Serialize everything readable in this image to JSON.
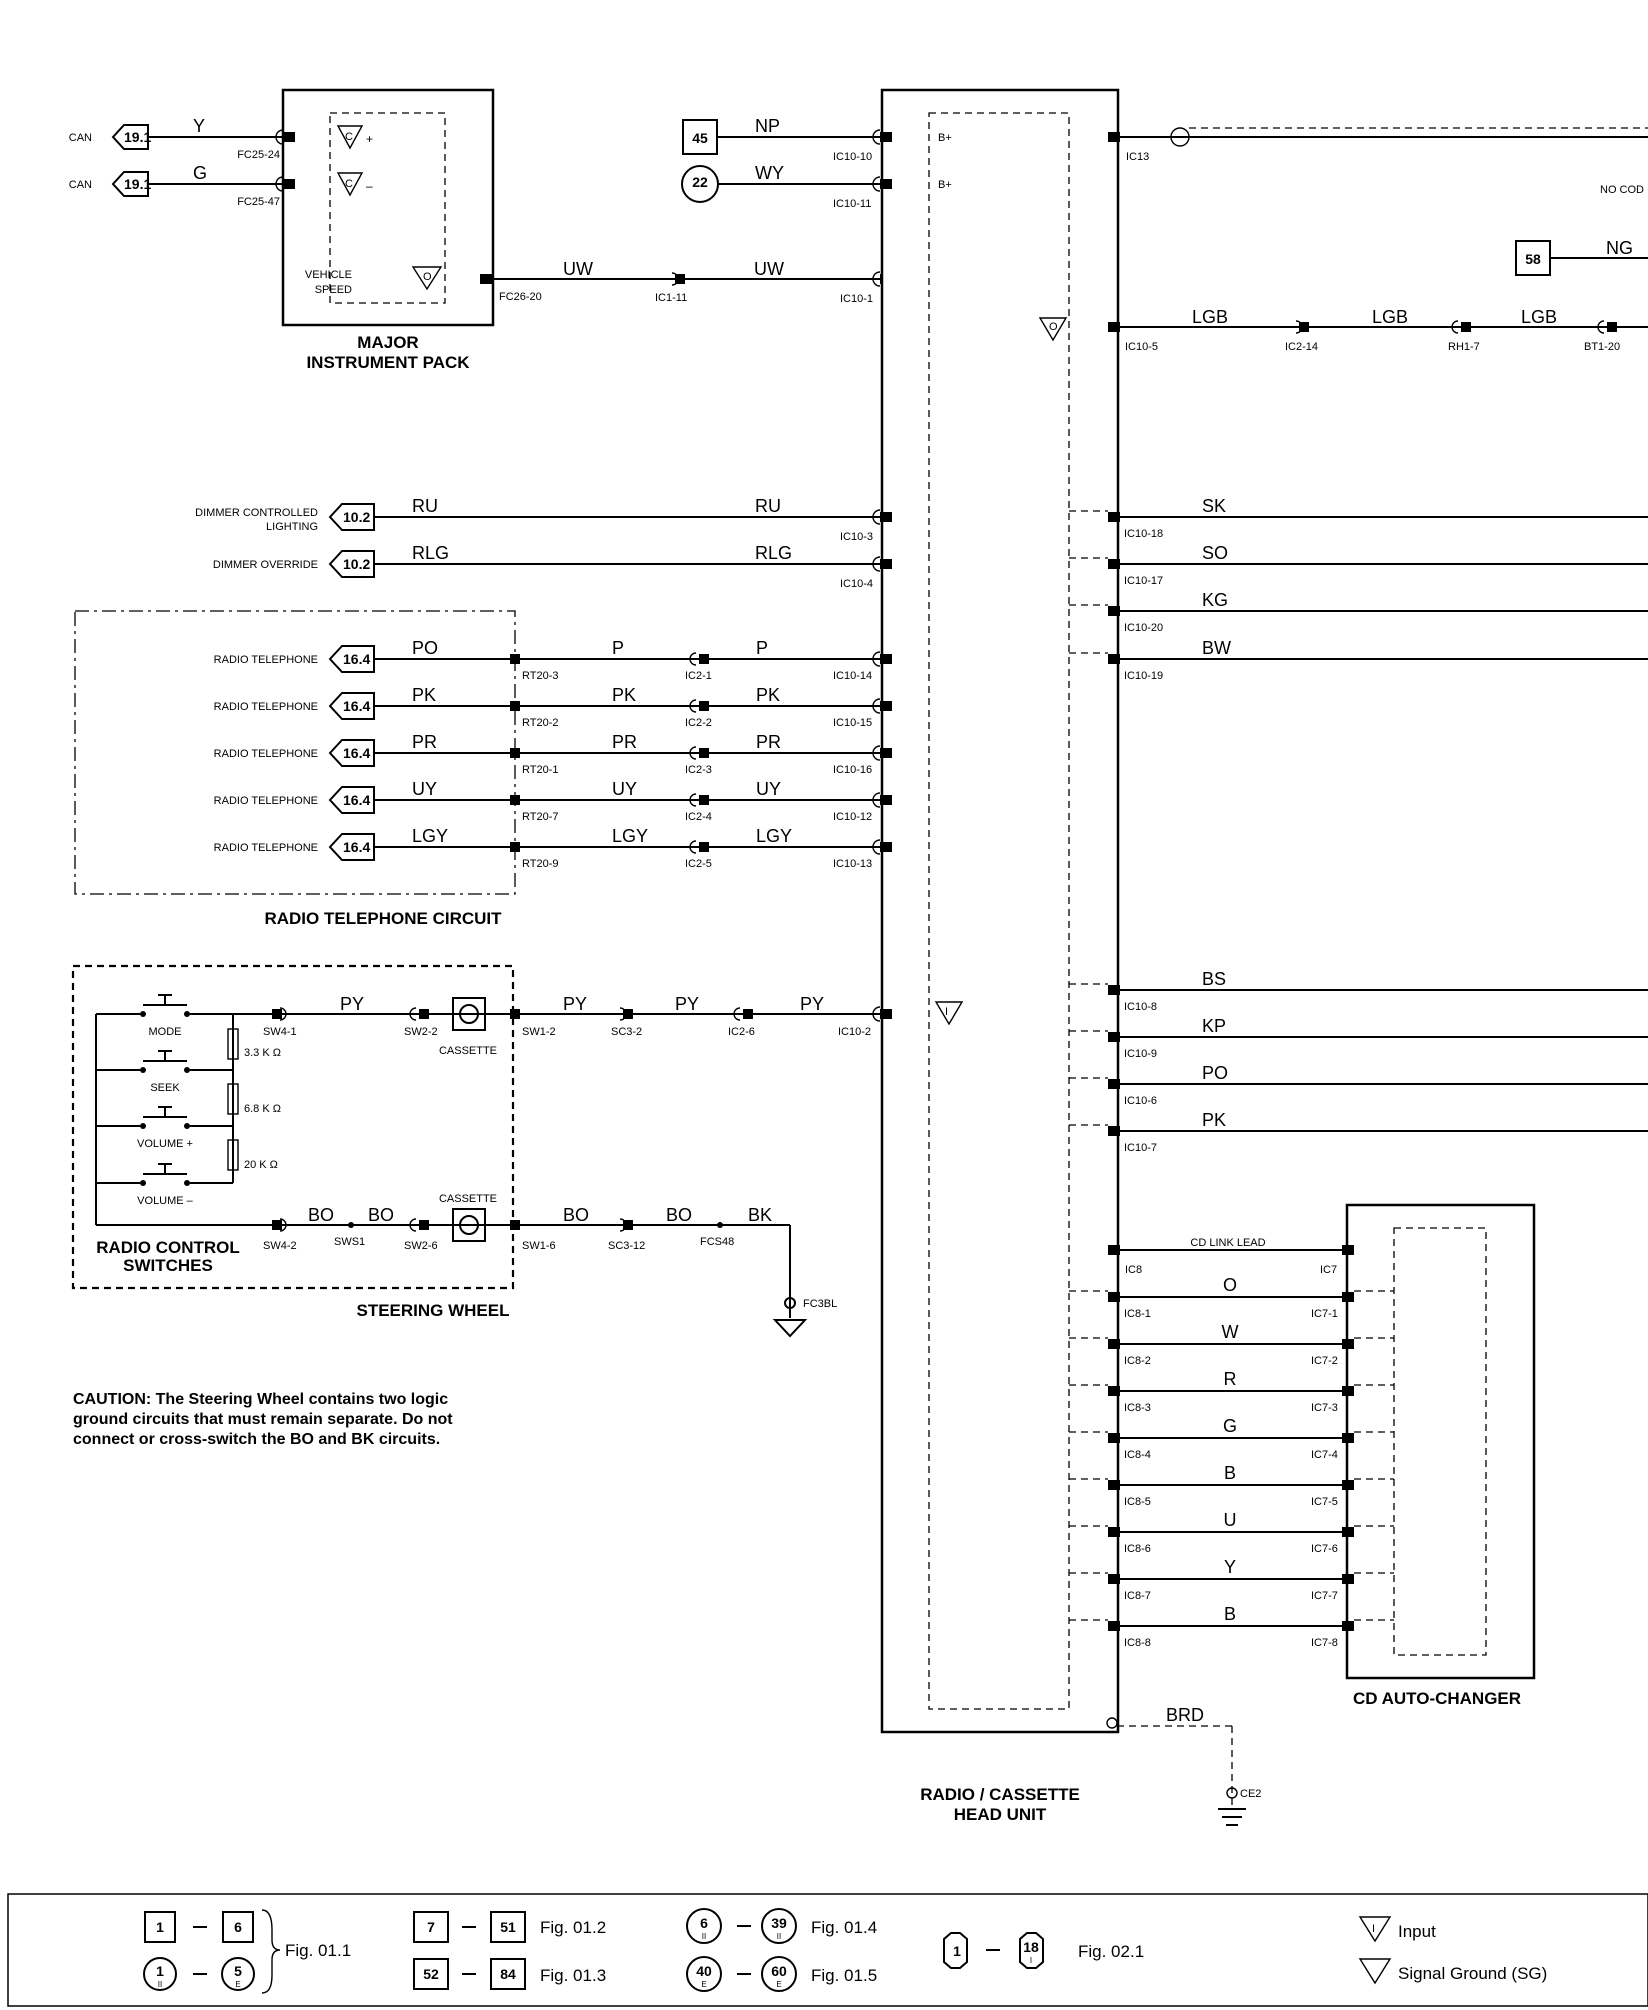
{
  "components": {
    "instrument_pack": {
      "title_line1": "MAJOR",
      "title_line2": "INSTRUMENT PACK",
      "vehicle_speed_1": "VEHICLE",
      "vehicle_speed_2": "SPEED"
    },
    "head_unit": {
      "title_line1": "RADIO / CASSETTE",
      "title_line2": "HEAD UNIT",
      "bplus": "B+"
    },
    "cd_changer": {
      "title": "CD AUTO-CHANGER",
      "link_lead": "CD LINK LEAD"
    },
    "phone_circuit": {
      "title": "RADIO TELEPHONE CIRCUIT"
    },
    "steering_wheel": {
      "title": "STEERING WHEEL",
      "switches_line1": "RADIO CONTROL",
      "switches_line2": "SWITCHES",
      "cassette": "CASSETTE"
    },
    "right_edge_note": "NO COD"
  },
  "can_lines": [
    {
      "label": "CAN",
      "ref": "19.1",
      "wire": "Y",
      "pin": "FC25-24",
      "sign": "+"
    },
    {
      "label": "CAN",
      "ref": "19.1",
      "wire": "G",
      "pin": "FC25-47",
      "sign": "–"
    }
  ],
  "speed_line": {
    "pin_a": "FC26-20",
    "wire_a": "UW",
    "pin_b": "IC1-11",
    "wire_b": "UW",
    "pin_c": "IC10-1"
  },
  "power": [
    {
      "ref": "45",
      "wire": "NP",
      "pin": "IC10-10"
    },
    {
      "ref": "22",
      "wire": "WY",
      "pin": "IC10-11"
    }
  ],
  "ic13": {
    "pin": "IC13"
  },
  "ref58": {
    "ref": "58",
    "wire": "NG"
  },
  "lgb_line": {
    "pins": [
      "IC10-5",
      "IC2-14",
      "RH1-7",
      "BT1-20"
    ],
    "wire": "LGB"
  },
  "dimmers": [
    {
      "label1": "DIMMER CONTROLLED",
      "label2": "LIGHTING",
      "ref": "10.2",
      "wire": "RU",
      "pin": "IC10-3"
    },
    {
      "label1": "DIMMER OVERRIDE",
      "label2": "",
      "ref": "10.2",
      "wire": "RLG",
      "pin": "IC10-4"
    }
  ],
  "phones": [
    {
      "label": "RADIO TELEPHONE",
      "ref": "16.4",
      "wire1": "PO",
      "pin1": "RT20-3",
      "wire2": "P",
      "pin2": "IC2-1",
      "wire3": "P",
      "pin3": "IC10-14"
    },
    {
      "label": "RADIO TELEPHONE",
      "ref": "16.4",
      "wire1": "PK",
      "pin1": "RT20-2",
      "wire2": "PK",
      "pin2": "IC2-2",
      "wire3": "PK",
      "pin3": "IC10-15"
    },
    {
      "label": "RADIO TELEPHONE",
      "ref": "16.4",
      "wire1": "PR",
      "pin1": "RT20-1",
      "wire2": "PR",
      "pin2": "IC2-3",
      "wire3": "PR",
      "pin3": "IC10-16"
    },
    {
      "label": "RADIO TELEPHONE",
      "ref": "16.4",
      "wire1": "UY",
      "pin1": "RT20-7",
      "wire2": "UY",
      "pin2": "IC2-4",
      "wire3": "UY",
      "pin3": "IC10-12"
    },
    {
      "label": "RADIO TELEPHONE",
      "ref": "16.4",
      "wire1": "LGY",
      "pin1": "RT20-9",
      "wire2": "LGY",
      "pin2": "IC2-5",
      "wire3": "LGY",
      "pin3": "IC10-13"
    }
  ],
  "right_outputs_top": [
    {
      "wire": "SK",
      "pin": "IC10-18"
    },
    {
      "wire": "SO",
      "pin": "IC10-17"
    },
    {
      "wire": "KG",
      "pin": "IC10-20"
    },
    {
      "wire": "BW",
      "pin": "IC10-19"
    }
  ],
  "right_outputs_mid": [
    {
      "wire": "BS",
      "pin": "IC10-8"
    },
    {
      "wire": "KP",
      "pin": "IC10-9"
    },
    {
      "wire": "PO",
      "pin": "IC10-6"
    },
    {
      "wire": "PK",
      "pin": "IC10-7"
    }
  ],
  "switches": {
    "buttons": [
      "MODE",
      "SEEK",
      "VOLUME +",
      "VOLUME –"
    ],
    "resistors": [
      "3.3 K Ω",
      "6.8 K Ω",
      "20 K Ω"
    ]
  },
  "py_line": {
    "pins": [
      "SW4-1",
      "SW2-2",
      "SW1-2",
      "SC3-2",
      "IC2-6",
      "IC10-2"
    ],
    "wires": [
      "PY",
      "PY",
      "PY",
      "PY"
    ]
  },
  "bo_line": {
    "pins": [
      "SW4-2",
      "SWS1",
      "SW2-6",
      "SW1-6",
      "SC3-12",
      "FCS48"
    ],
    "wires": [
      "BO",
      "BO",
      "BO",
      "BO",
      "BK"
    ],
    "ground": "FC3BL"
  },
  "cd_link": {
    "left_pin": "IC8",
    "right_pin": "IC7"
  },
  "cd_lines": [
    {
      "wire": "O",
      "left": "IC8-1",
      "right": "IC7-1"
    },
    {
      "wire": "W",
      "left": "IC8-2",
      "right": "IC7-2"
    },
    {
      "wire": "R",
      "left": "IC8-3",
      "right": "IC7-3"
    },
    {
      "wire": "G",
      "left": "IC8-4",
      "right": "IC7-4"
    },
    {
      "wire": "B",
      "left": "IC8-5",
      "right": "IC7-5"
    },
    {
      "wire": "U",
      "left": "IC8-6",
      "right": "IC7-6"
    },
    {
      "wire": "Y",
      "left": "IC8-7",
      "right": "IC7-7"
    },
    {
      "wire": "B",
      "left": "IC8-8",
      "right": "IC7-8"
    }
  ],
  "ground_brd": {
    "wire": "BRD",
    "pin": "CE2"
  },
  "caution": [
    "CAUTION:  The Steering Wheel contains two logic",
    "ground circuits that must remain separate.  Do not",
    "connect or cross-switch the BO and BK circuits."
  ],
  "legend": {
    "fig011": {
      "a": "1",
      "b": "6",
      "c": "1",
      "c_sub": "II",
      "d": "5",
      "d_sub": "E",
      "fig": "Fig. 01.1"
    },
    "fig012": {
      "a": "7",
      "b": "51",
      "fig": "Fig. 01.2"
    },
    "fig013": {
      "a": "52",
      "b": "84",
      "fig": "Fig. 01.3"
    },
    "fig014": {
      "a": "6",
      "a_sub": "II",
      "b": "39",
      "b_sub": "II",
      "fig": "Fig. 01.4"
    },
    "fig015": {
      "a": "40",
      "a_sub": "E",
      "b": "60",
      "b_sub": "E",
      "fig": "Fig. 01.5"
    },
    "fig021": {
      "a": "1",
      "b": "18",
      "b_sub": "I",
      "fig": "Fig. 02.1"
    },
    "input": "Input",
    "ground": "Signal Ground (SG)"
  }
}
